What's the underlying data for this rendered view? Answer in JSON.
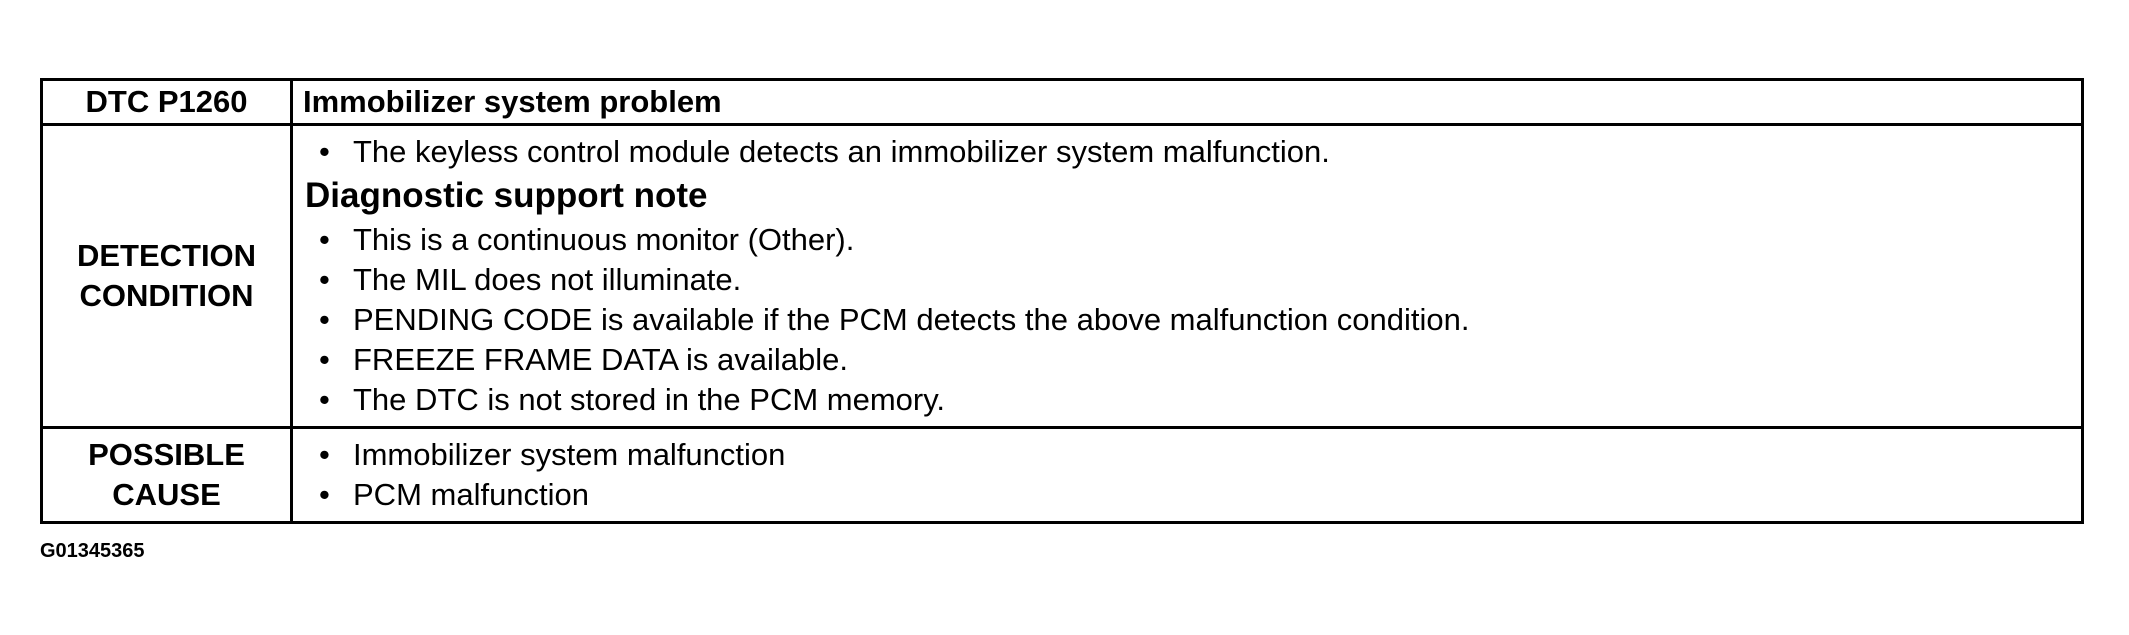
{
  "table": {
    "header": {
      "code": "DTC P1260",
      "title": "Immobilizer system problem"
    },
    "detection": {
      "label_line1": "DETECTION",
      "label_line2": "CONDITION",
      "items_top": [
        "The keyless control module detects an immobilizer system malfunction."
      ],
      "note_heading": "Diagnostic support note",
      "items_note": [
        "This is a continuous monitor (Other).",
        "The MIL does not illuminate.",
        "PENDING CODE is available if the PCM detects the above malfunction condition.",
        "FREEZE FRAME DATA is available.",
        "The DTC is not stored in the PCM memory."
      ]
    },
    "possible_cause": {
      "label_line1": "POSSIBLE",
      "label_line2": "CAUSE",
      "items": [
        "Immobilizer system malfunction",
        "PCM malfunction"
      ]
    }
  },
  "figure_id": "G01345365",
  "bullet_glyph": "•"
}
